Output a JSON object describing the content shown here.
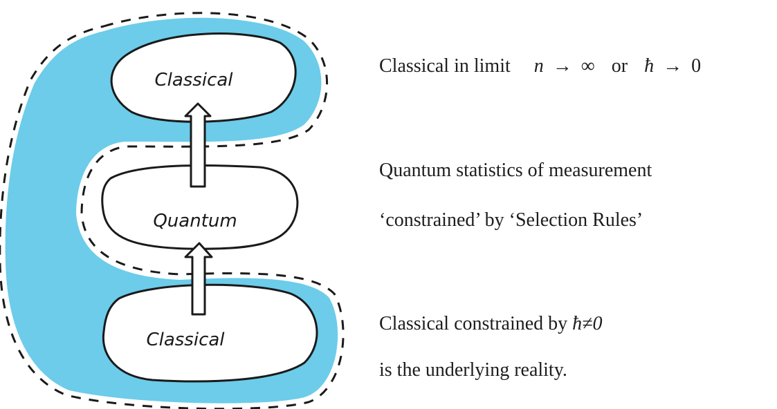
{
  "diagram": {
    "nodes": [
      {
        "id": "top",
        "label": "Classical"
      },
      {
        "id": "middle",
        "label": "Quantum"
      },
      {
        "id": "bottom",
        "label": "Classical"
      }
    ],
    "colors": {
      "highlight": "#5cc6e8",
      "ink": "#1a1a1a",
      "background": "#ffffff"
    }
  },
  "captions": {
    "top": {
      "text": "Classical in limit",
      "math1_var": "n",
      "math1_arrow": "→",
      "math1_val": "∞",
      "connector": "or",
      "math2_var": "ħ",
      "math2_arrow": "→",
      "math2_val": "0"
    },
    "middle": {
      "line1": "Quantum statistics of measurement",
      "line2": "‘constrained’ by ‘Selection Rules’"
    },
    "bottom": {
      "line1_text": "Classical constrained by",
      "line1_math": "ħ≠0",
      "line2": "is the underlying reality."
    }
  }
}
